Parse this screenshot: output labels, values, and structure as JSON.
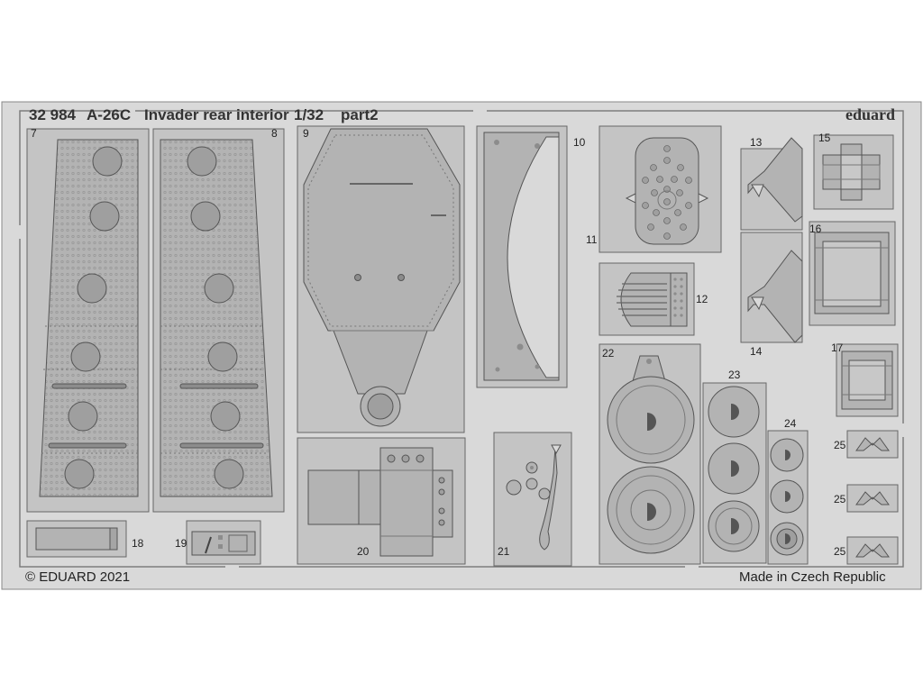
{
  "header": {
    "code": "32 984",
    "model": "A-26C",
    "title": "Invader rear interior",
    "scale": "1/32",
    "part": "part2"
  },
  "brand": "eduard",
  "footer": {
    "copyright": "© EDUARD 2021",
    "origin": "Made in Czech Republic"
  },
  "part_numbers": [
    "7",
    "8",
    "9",
    "10",
    "11",
    "12",
    "13",
    "14",
    "15",
    "16",
    "17",
    "18",
    "19",
    "20",
    "21",
    "22",
    "23",
    "24",
    "25",
    "25",
    "25"
  ],
  "colors": {
    "fret": "#d9d9d9",
    "part": "#b3b3b3",
    "hole": "#9f9f9f",
    "outline": "#555555",
    "background": "#ffffff"
  }
}
